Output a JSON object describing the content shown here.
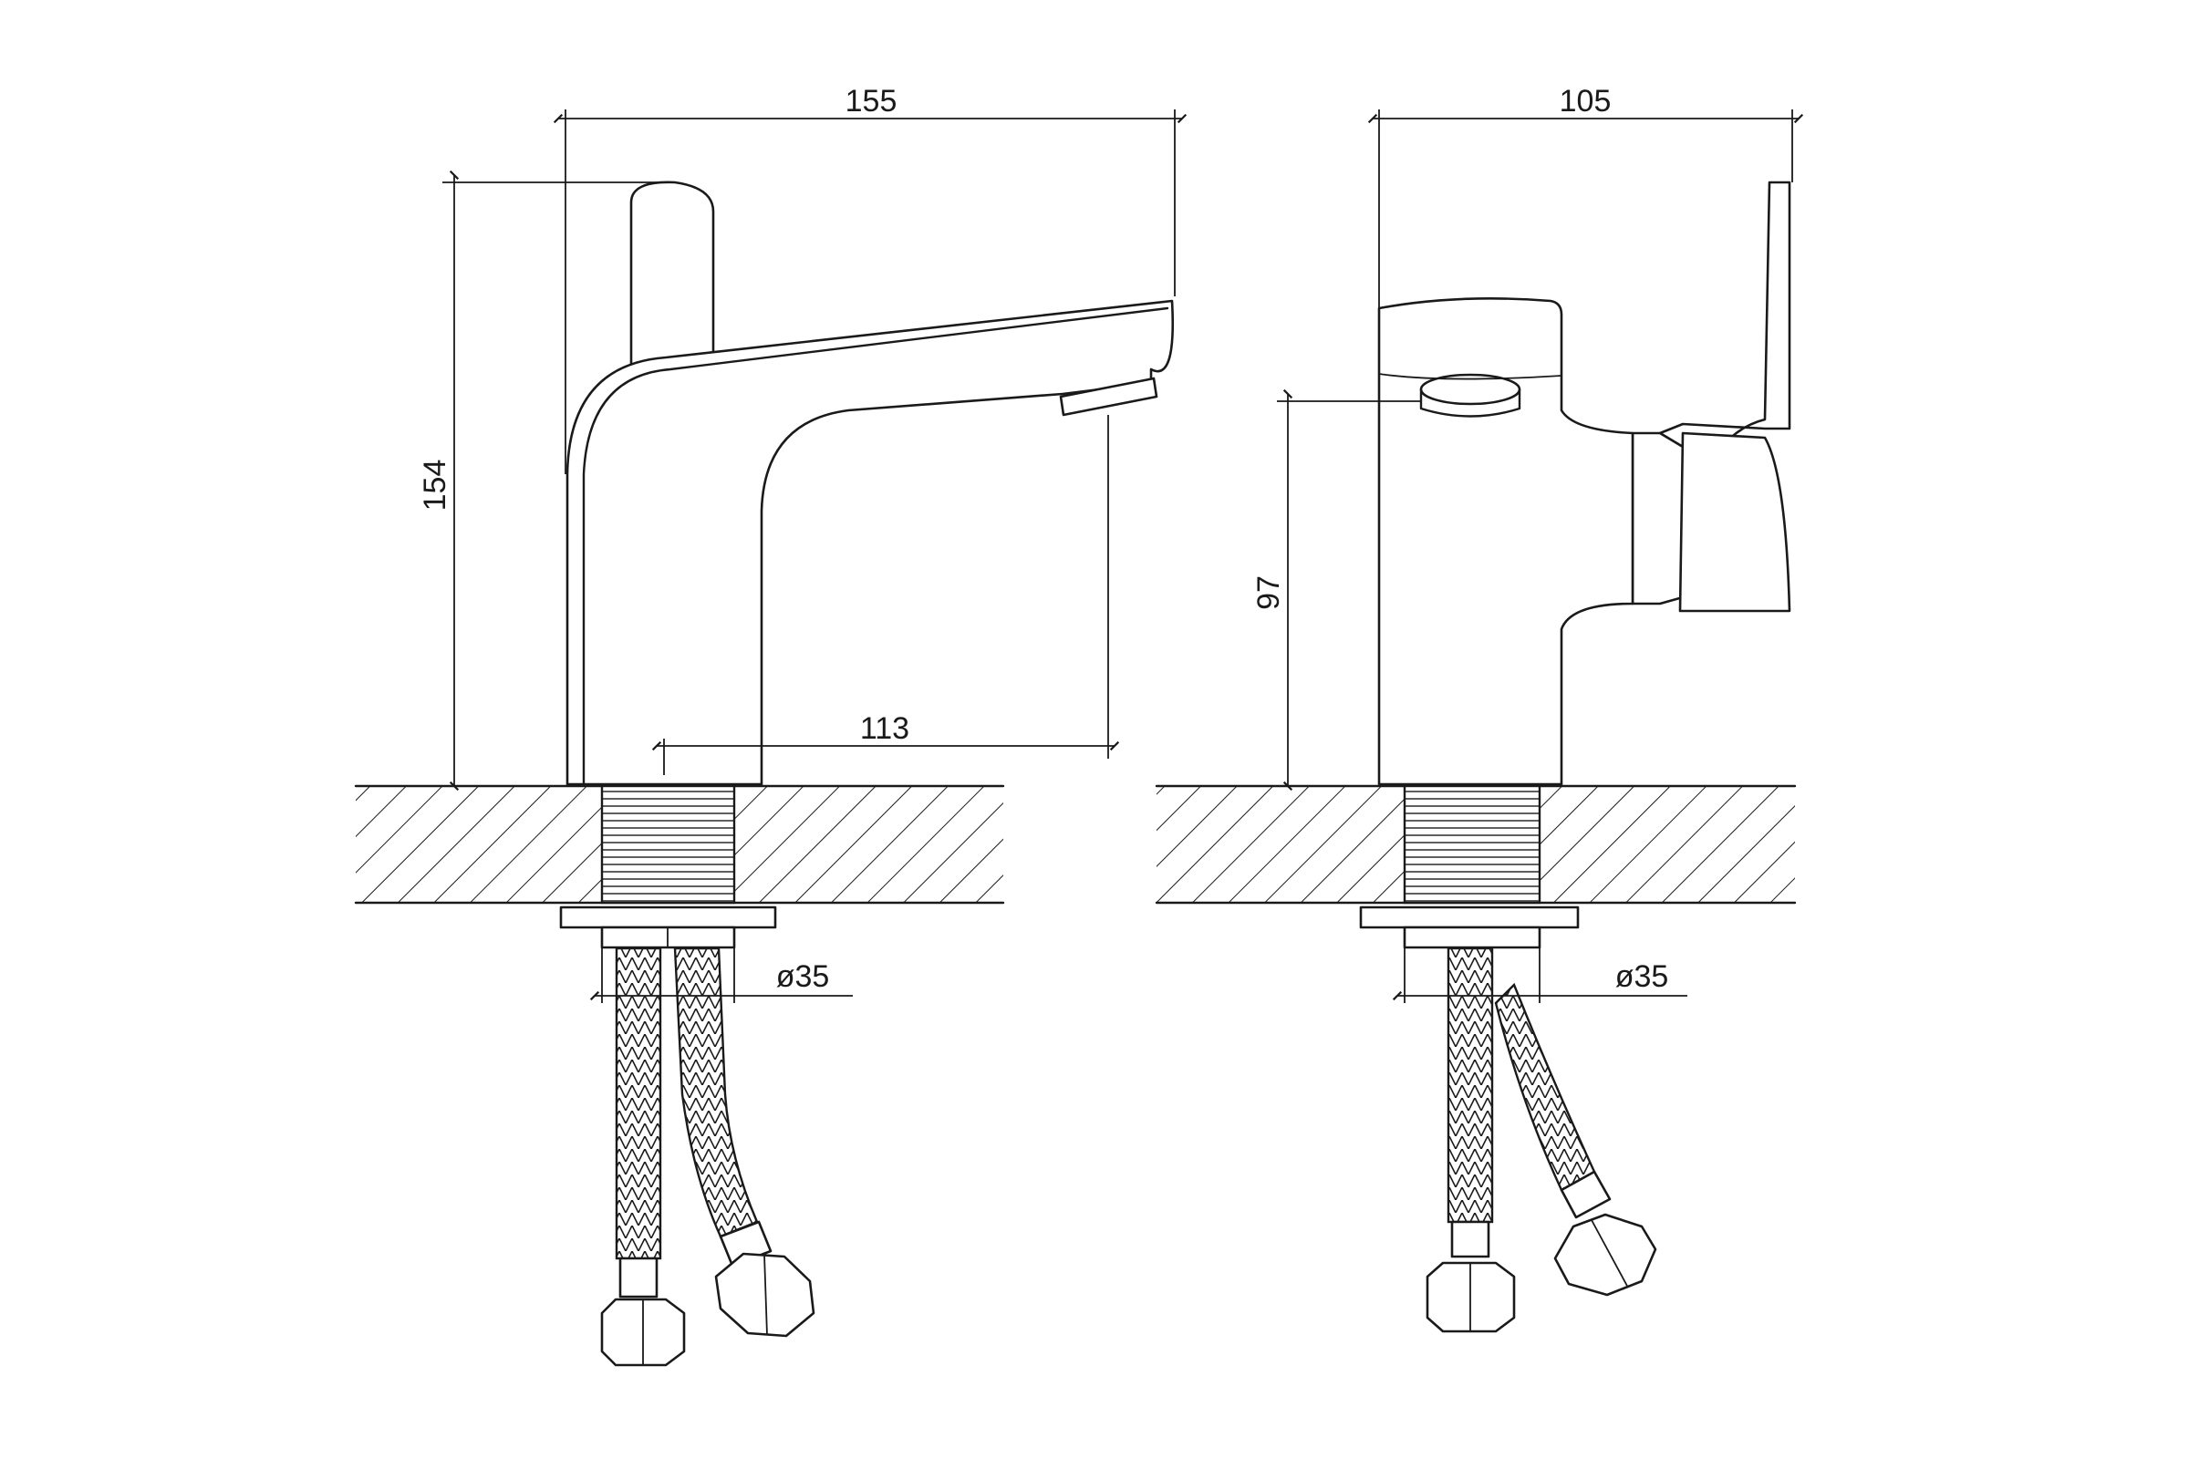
{
  "drawing": {
    "dimensions": {
      "side_width": "155",
      "side_height": "154",
      "spout_reach": "113",
      "side_base_diameter": "ø35",
      "front_width": "105",
      "front_outlet_height": "97",
      "front_base_diameter": "ø35"
    }
  }
}
